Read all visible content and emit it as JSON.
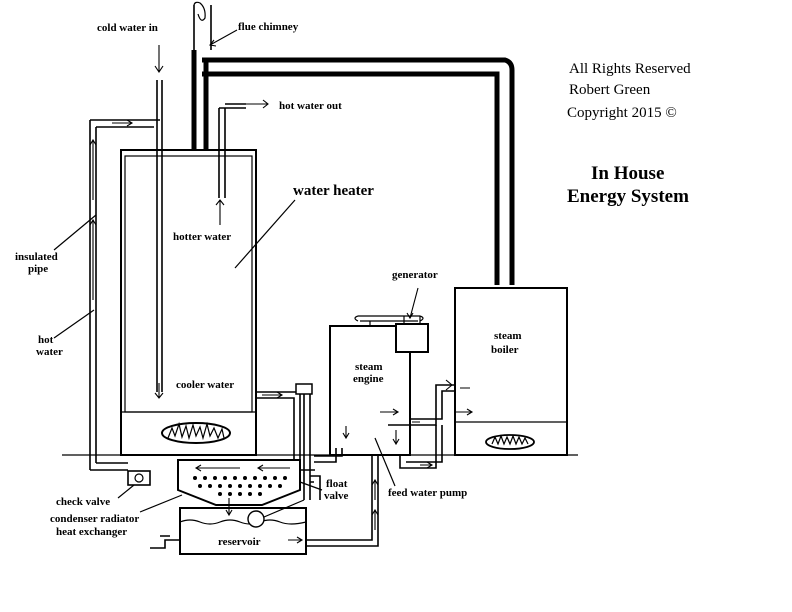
{
  "labels": {
    "cold_water_in": "cold water in",
    "flue_chimney": "flue chimney",
    "hot_water_out": "hot water out",
    "water_heater": "water heater",
    "hotter_water": "hotter water",
    "insulated_pipe_1": "insulated",
    "insulated_pipe_2": "pipe",
    "hot_water_1": "hot",
    "hot_water_2": "water",
    "cooler_water": "cooler water",
    "generator": "generator",
    "steam_engine_1": "steam",
    "steam_engine_2": "engine",
    "steam_boiler_1": "steam",
    "steam_boiler_2": "boiler",
    "check_valve": "check valve",
    "condenser_1": "condenser radiator",
    "condenser_2": "heat exchanger",
    "float_valve_1": "float",
    "float_valve_2": "valve",
    "feed_water_pump": "feed water pump",
    "reservoir": "reservoir"
  },
  "copyright": {
    "line1": "All Rights Reserved",
    "line2": "Robert Green",
    "line3": "Copyright 2015 ©"
  },
  "title": {
    "line1": "In House",
    "line2": "Energy System"
  }
}
